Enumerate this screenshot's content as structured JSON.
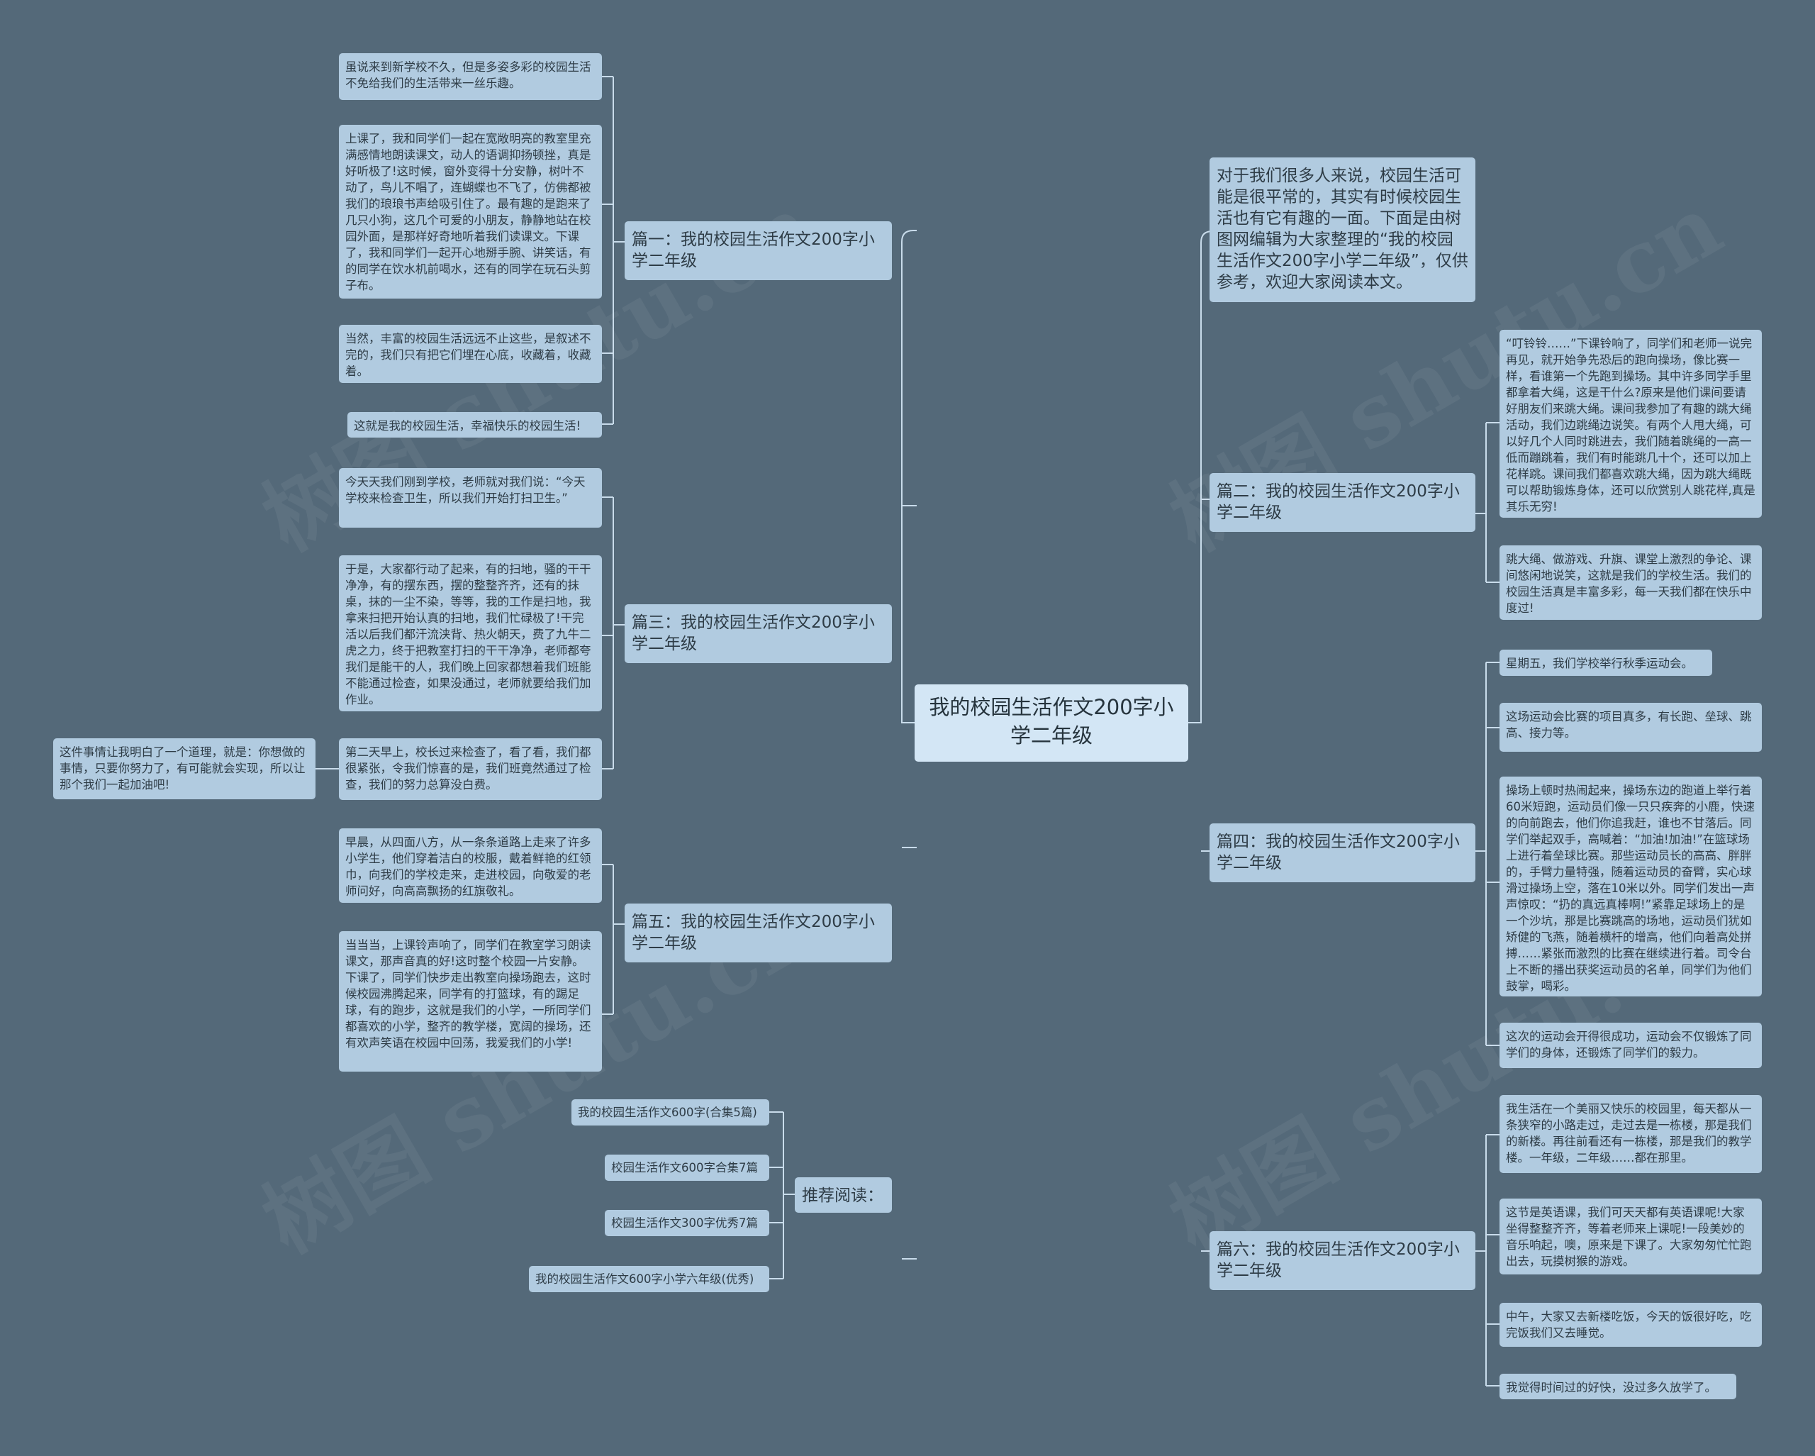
{
  "root": "我的校园生活作文200字小学二年级",
  "watermark": "树图 shutu.cn",
  "left": {
    "b1": {
      "label": "篇一：我的校园生活作文200字小学二年级",
      "leaves": [
        "虽说来到新学校不久，但是多姿多彩的校园生活不免给我们的生活带来一丝乐趣。",
        "上课了，我和同学们一起在宽敞明亮的教室里充满感情地朗读课文，动人的语调抑扬顿挫，真是好听极了!这时候，窗外变得十分安静，树叶不动了，鸟儿不唱了，连蝴蝶也不飞了，仿佛都被我们的琅琅书声给吸引住了。最有趣的是跑来了几只小狗，这几个可爱的小朋友，静静地站在校园外面，是那样好奇地听着我们读课文。下课了，我和同学们一起开心地掰手腕、讲笑话，有的同学在饮水机前喝水，还有的同学在玩石头剪子布。",
        "当然，丰富的校园生活远远不止这些，是叙述不完的，我们只有把它们埋在心底，收藏着，收藏着。",
        "这就是我的校园生活，幸福快乐的校园生活!"
      ]
    },
    "b3": {
      "label": "篇三：我的校园生活作文200字小学二年级",
      "leaves": [
        "今天天我们刚到学校，老师就对我们说：“今天学校来检查卫生，所以我们开始打扫卫生。”",
        "于是，大家都行动了起来，有的扫地，骚的干干净净，有的摆东西，摆的整整齐齐，还有的抹桌，抹的一尘不染，等等，我的工作是扫地，我拿来扫把开始认真的扫地，我们忙碌极了!干完活以后我们都汗流浃背、热火朝天，费了九牛二虎之力，终于把教室打扫的干干净净，老师都夸我们是能干的人，我们晚上回家都想着我们班能不能通过检查，如果没通过，老师就要给我们加作业。",
        "第二天早上，校长过来检查了，看了看，我们都很紧张，令我们惊喜的是，我们班竟然通过了检查，我们的努力总算没白费。"
      ],
      "sub": "这件事情让我明白了一个道理，就是：你想做的事情，只要你努力了，有可能就会实现，所以让那个我们一起加油吧!"
    },
    "b5": {
      "label": "篇五：我的校园生活作文200字小学二年级",
      "leaves": [
        "早晨，从四面八方，从一条条道路上走来了许多小学生，他们穿着洁白的校服，戴着鲜艳的红领巾，向我们的学校走来，走进校园，向敬爱的老师问好，向高高飘扬的红旗敬礼。",
        "当当当，上课铃声响了，同学们在教室学习朗读课文，那声音真的好!这时整个校园一片安静。下课了，同学们快步走出教室向操场跑去，这时候校园沸腾起来，同学有的打篮球，有的踢足球，有的跑步，这就是我们的小学，一所同学们都喜欢的小学，整齐的教学楼，宽阔的操场，还有欢声笑语在校园中回荡，我爱我们的小学!"
      ]
    },
    "rec": {
      "label": "推荐阅读：",
      "items": [
        "我的校园生活作文600字(合集5篇)",
        "校园生活作文600字合集7篇",
        "校园生活作文300字优秀7篇",
        "我的校园生活作文600字小学六年级(优秀)"
      ]
    }
  },
  "right": {
    "intro": "对于我们很多人来说，校园生活可能是很平常的，其实有时候校园生活也有它有趣的一面。下面是由树图网编辑为大家整理的“我的校园生活作文200字小学二年级”，仅供参考，欢迎大家阅读本文。",
    "b2": {
      "label": "篇二：我的校园生活作文200字小学二年级",
      "leaves": [
        "“叮铃铃……”下课铃响了，同学们和老师一说完再见，就开始争先恐后的跑向操场，像比赛一样，看谁第一个先跑到操场。其中许多同学手里都拿着大绳，这是干什么?原来是他们课间要请好朋友们来跳大绳。课间我参加了有趣的跳大绳活动，我们边跳绳边说笑。有两个人甩大绳，可以好几个人同时跳进去，我们随着跳绳的一高一低而蹦跳着，我们有时能跳几十个，还可以加上花样跳。课间我们都喜欢跳大绳，因为跳大绳既可以帮助锻炼身体，还可以欣赏别人跳花样,真是其乐无穷!",
        "跳大绳、做游戏、升旗、课堂上激烈的争论、课间悠闲地说笑，这就是我们的学校生活。我们的校园生活真是丰富多彩，每一天我们都在快乐中度过!"
      ]
    },
    "b4": {
      "label": "篇四：我的校园生活作文200字小学二年级",
      "leaves": [
        "星期五，我们学校举行秋季运动会。",
        "这场运动会比赛的项目真多，有长跑、垒球、跳高、接力等。",
        "操场上顿时热闹起来，操场东边的跑道上举行着60米短跑，运动员们像一只只疾奔的小鹿，快速的向前跑去，他们你追我赶，谁也不甘落后。同学们举起双手，高喊着：“加油!加油!”在篮球场上进行着垒球比赛。那些运动员长的高高、胖胖的，手臂力量特强，随着运动员的奋臂，实心球滑过操场上空，落在10米以外。同学们发出一声声惊叹：“扔的真远真棒啊!”紧靠足球场上的是一个沙坑，那是比赛跳高的场地，运动员们犹如矫健的飞燕，随着横杆的增高，他们向着高处拼搏……紧张而激烈的比赛在继续进行着。司令台上不断的播出获奖运动员的名单，同学们为他们鼓掌，喝彩。",
        "这次的运动会开得很成功，运动会不仅锻炼了同学们的身体，还锻炼了同学们的毅力。"
      ]
    },
    "b6": {
      "label": "篇六：我的校园生活作文200字小学二年级",
      "leaves": [
        "我生活在一个美丽又快乐的校园里，每天都从一条狭窄的小路走过，走过去是一栋楼，那是我们的新楼。再往前看还有一栋楼，那是我们的教学楼。一年级，二年级……都在那里。",
        "这节是英语课，我们可天天都有英语课呢!大家坐得整整齐齐，等着老师来上课呢!一段美妙的音乐响起，噢，原来是下课了。大家匆匆忙忙跑出去，玩摸树猴的游戏。",
        "中午，大家又去新楼吃饭，今天的饭很好吃，吃完饭我们又去睡觉。",
        "我觉得时间过的好快，没过多久放学了。"
      ]
    }
  }
}
